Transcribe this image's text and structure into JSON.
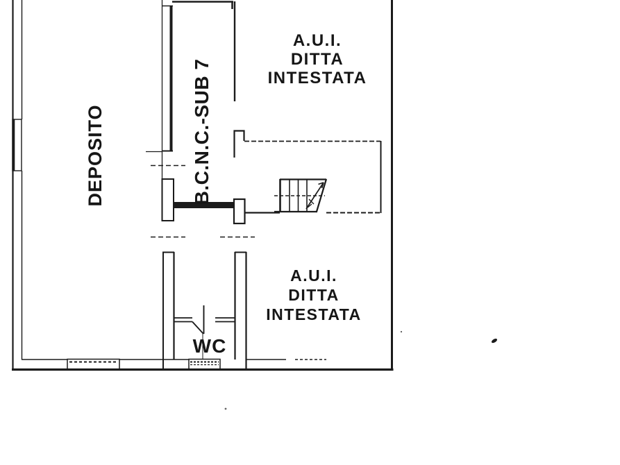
{
  "document": {
    "type": "cadastral floor plan (scanned)"
  },
  "rooms": {
    "deposito": {
      "label": "DEPOSITO"
    },
    "corridor": {
      "label": "B.C.N.C.-SUB 7"
    },
    "unit_top": {
      "label": "A.U.I.\nDITTA\nINTESTATA"
    },
    "unit_bottom": {
      "label": "A.U.I.\nDITTA\nINTESTATA"
    },
    "wc": {
      "label": "WC"
    }
  },
  "colors": {
    "ink": "#1b1b1b",
    "paper": "#ffffff"
  }
}
